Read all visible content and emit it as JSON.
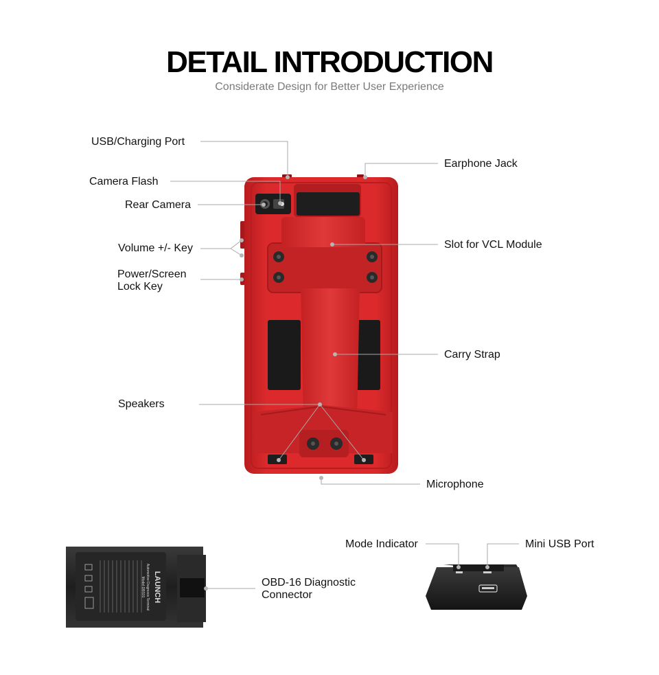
{
  "header": {
    "title": "DETAIL INTRODUCTION",
    "subtitle": "Considerate Design for Better User Experience"
  },
  "labels": {
    "usb_charging_port": "USB/Charging Port",
    "camera_flash": "Camera Flash",
    "rear_camera": "Rear Camera",
    "volume_key": "Volume +/- Key",
    "power_key_line1": "Power/Screen",
    "power_key_line2": "Lock Key",
    "earphone_jack": "Earphone Jack",
    "slot_vcl": "Slot for VCL Module",
    "carry_strap": "Carry Strap",
    "speakers": "Speakers",
    "microphone": "Microphone",
    "mode_indicator": "Mode Indicator",
    "mini_usb_port": "Mini USB Port",
    "obd_line1": "OBD-16 Diagnostic",
    "obd_line2": "Connector"
  },
  "device_print": {
    "brand": "LAUNCH",
    "product_name": "Automotive Diagnosis Terminal",
    "model": "Model:DBS01"
  },
  "colors": {
    "device_red": "#d8282a",
    "device_dark_red": "#a81a1c",
    "module_black": "#2b2b2b",
    "leader_line": "#a8a8a8",
    "subtitle": "#7a7a7a"
  }
}
